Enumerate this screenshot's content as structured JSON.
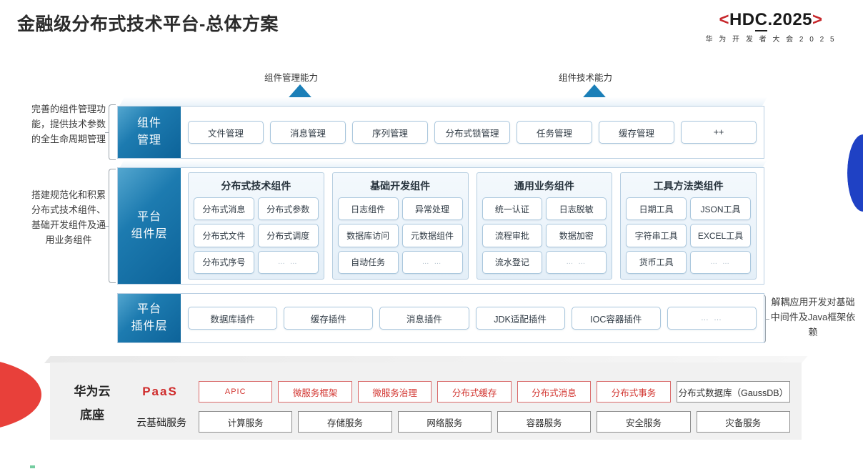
{
  "header": {
    "title": "金融级分布式技术平台-总体方案",
    "logo_bracket_left": "<",
    "logo_main_a": "HD",
    "logo_main_b": "C",
    "logo_main_c": ".2025",
    "logo_bracket_right": ">",
    "logo_sub": "华 为 开 发 者 大 会 2 0 2 5"
  },
  "arrows": [
    {
      "label": "组件管理能力"
    },
    {
      "label": "组件技术能力"
    }
  ],
  "annotations": {
    "left_top": "完善的组件管理功能，提供技术参数的全生命周期管理",
    "left_mid": "搭建规范化和积累分布式技术组件、基础开发组件及通用业务组件",
    "right": "解耦应用开发对基础中间件及Java框架依赖"
  },
  "layers": [
    {
      "tag": "组件\n管理",
      "tag_line1": "组件",
      "tag_line2": "管理",
      "chips": [
        "文件管理",
        "消息管理",
        "序列管理",
        "分布式锁管理",
        "任务管理",
        "缓存管理",
        "++"
      ]
    },
    {
      "tag_line1": "平台",
      "tag_line2": "组件层",
      "groups": [
        {
          "title": "分布式技术组件",
          "items": [
            "分布式消息",
            "分布式参数",
            "分布式文件",
            "分布式调度",
            "分布式序号",
            "… …"
          ]
        },
        {
          "title": "基础开发组件",
          "items": [
            "日志组件",
            "异常处理",
            "数据库访问",
            "元数据组件",
            "自动任务",
            "… …"
          ]
        },
        {
          "title": "通用业务组件",
          "items": [
            "统一认证",
            "日志脱敏",
            "流程审批",
            "数据加密",
            "流水登记",
            "… …"
          ]
        },
        {
          "title": "工具方法类组件",
          "items": [
            "日期工具",
            "JSON工具",
            "字符串工具",
            "EXCEL工具",
            "货币工具",
            "… …"
          ]
        }
      ]
    },
    {
      "tag_line1": "平台",
      "tag_line2": "插件层",
      "chips": [
        "数据库插件",
        "缓存插件",
        "消息插件",
        "JDK适配插件",
        "IOC容器插件",
        "… …"
      ]
    }
  ],
  "base": {
    "title_line1": "华为云",
    "title_line2": "底座",
    "paas_label": "PaaS",
    "cloud_label": "云基础服务",
    "paas_items": [
      {
        "label": "APIC",
        "style": "red-small"
      },
      {
        "label": "微服务框架",
        "style": "red"
      },
      {
        "label": "微服务治理",
        "style": "red"
      },
      {
        "label": "分布式缓存",
        "style": "red"
      },
      {
        "label": "分布式消息",
        "style": "red"
      },
      {
        "label": "分布式事务",
        "style": "red"
      },
      {
        "label": "分布式数据库（GaussDB）",
        "style": "gray"
      }
    ],
    "cloud_items": [
      "计算服务",
      "存储服务",
      "网络服务",
      "容器服务",
      "安全服务",
      "灾备服务"
    ]
  },
  "colors": {
    "accent_blue": "#1d7bb0",
    "accent_red": "#cf2b2b",
    "logo_red": "#c7282c",
    "panel_border": "#b9cfe2",
    "base_bg": "#f1f1f1"
  }
}
